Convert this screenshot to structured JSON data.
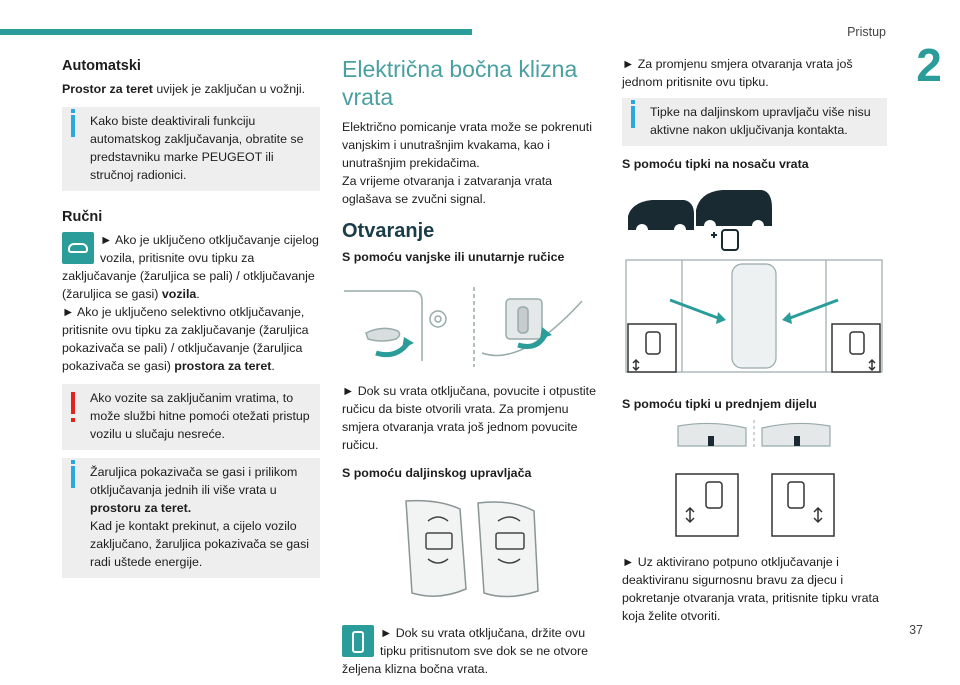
{
  "header": {
    "section": "Pristup",
    "chapter": "2",
    "page": "37"
  },
  "col1": {
    "automatic": {
      "title": "Automatski",
      "text_bold": "Prostor za teret",
      "text_rest": " uvijek je zaključan u vožnji.",
      "note": "Kako biste deaktivirali funkciju automatskog zaključavanja, obratite se predstavniku marke PEUGEOT ili stručnoj radionici."
    },
    "manual": {
      "title": "Ručni",
      "p1_pre": "► Ako je uključeno otključavanje cijelog vozila, pritisnite ovu tipku za zaključavanje (žaruljica se pali) / otključavanje (žaruljica se gasi) ",
      "p1_bold": "vozila",
      "p1_end": ".",
      "p2_pre": "► Ako je uključeno selektivno otključavanje, pritisnite ovu tipku za zaključavanje (žaruljica pokazivača se pali) / otključavanje (žaruljica pokazivača se gasi) ",
      "p2_bold": "prostora za teret",
      "p2_end": ".",
      "warning": "Ako vozite sa zaključanim vratima, to može službi hitne pomoći otežati pristup vozilu u slučaju nesreće.",
      "note2_pre": "Žaruljica pokazivača se gasi i prilikom otključavanja jednih ili više vrata u ",
      "note2_bold": "prostoru za teret.",
      "note2_rest": "Kad je kontakt prekinut, a cijelo vozilo zaključano, žaruljica pokazivača se gasi radi uštede energije."
    }
  },
  "col2": {
    "title": "Električna bočna klizna vrata",
    "intro1": "Električno pomicanje vrata može se pokrenuti vanjskim i unutrašnjim kvakama, kao i unutrašnjim prekidačima.",
    "intro2": "Za vrijeme otvaranja i zatvaranja vrata oglašava se zvučni signal.",
    "opening": "Otvaranje",
    "handle_title": "S pomoću vanjske ili unutarnje ručice",
    "handle_text": "► Dok su vrata otključana, povucite i otpustite ručicu da biste otvorili vrata. Za promjenu smjera otvaranja vrata još jednom povucite ručicu.",
    "remote_title": "S pomoću daljinskog upravljača",
    "remote_text": "► Dok su vrata otključana, držite ovu tipku pritisnutom sve dok se ne otvore željena klizna bočna vrata."
  },
  "col3": {
    "direction_text": "► Za promjenu smjera otvaranja vrata još jednom pritisnite ovu tipku.",
    "note": "Tipke na daljinskom upravljaču više nisu aktivne nakon uključivanja kontakta.",
    "pillar_title": "S pomoću tipki na nosaču vrata",
    "front_title": "S pomoću tipki u prednjem dijelu",
    "front_text": "► Uz aktivirano potpuno otključavanje i deaktiviranu sigurnosnu bravu za djecu i pokretanje otvaranja vrata, pritisnite tipku vrata koja želite otvoriti."
  },
  "colors": {
    "accent": "#2a9d9a",
    "info": "#2aa8e0",
    "warning": "#e2231a",
    "note_bg": "#eeeeee"
  },
  "icons": [
    "info-icon",
    "warning-icon",
    "car-lock-key-icon",
    "door-button-key-icon",
    "door-handle-illustration",
    "remote-key-illustration",
    "van-pillar-buttons-illustration",
    "dashboard-buttons-illustration"
  ]
}
